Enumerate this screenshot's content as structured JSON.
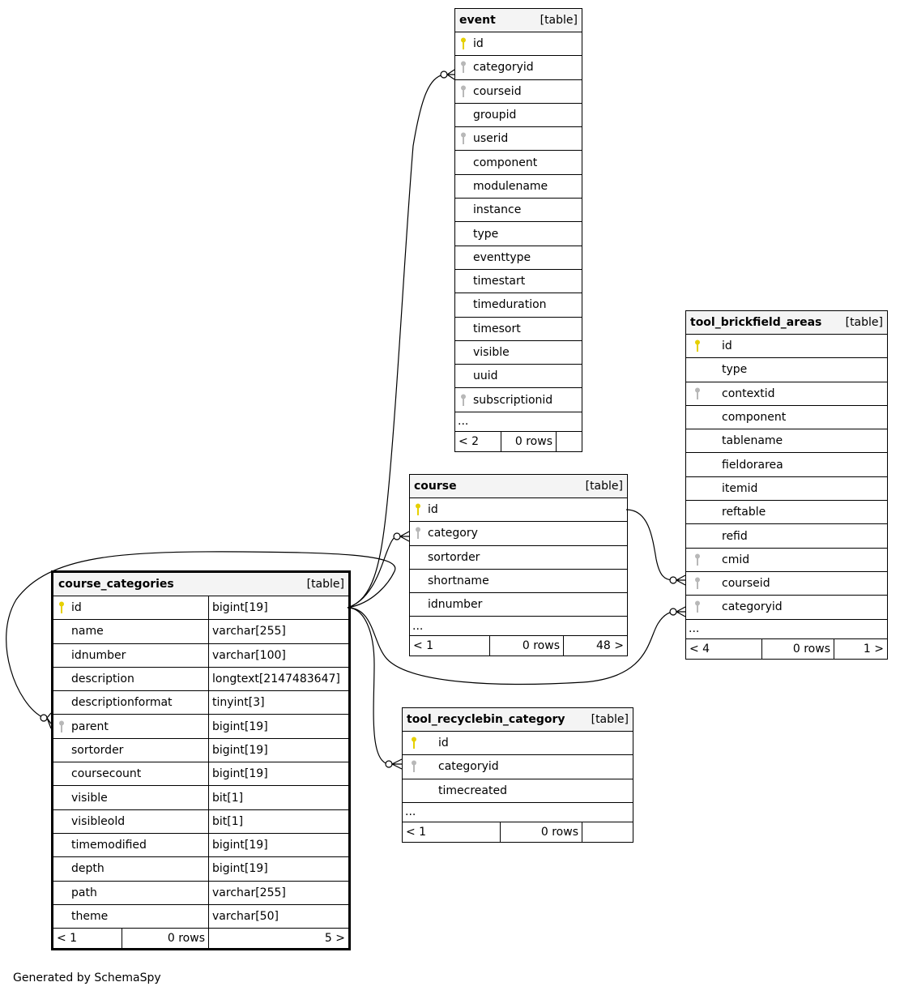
{
  "footer_text": "Generated by SchemaSpy",
  "table_tag": "[table]",
  "more_marker": "...",
  "colors": {
    "primary_key": "#e6d000",
    "foreign_key": "#b8b8b8",
    "header_bg": "#f4f4f4"
  },
  "tables": {
    "event": {
      "name": "event",
      "columns": [
        {
          "name": "id",
          "key": "pk"
        },
        {
          "name": "categoryid",
          "key": "fk"
        },
        {
          "name": "courseid",
          "key": "fk"
        },
        {
          "name": "groupid",
          "key": ""
        },
        {
          "name": "userid",
          "key": "fk"
        },
        {
          "name": "component",
          "key": ""
        },
        {
          "name": "modulename",
          "key": ""
        },
        {
          "name": "instance",
          "key": ""
        },
        {
          "name": "type",
          "key": ""
        },
        {
          "name": "eventtype",
          "key": ""
        },
        {
          "name": "timestart",
          "key": ""
        },
        {
          "name": "timeduration",
          "key": ""
        },
        {
          "name": "timesort",
          "key": ""
        },
        {
          "name": "visible",
          "key": ""
        },
        {
          "name": "uuid",
          "key": ""
        },
        {
          "name": "subscriptionid",
          "key": "fk"
        }
      ],
      "parents": "< 2",
      "rows": "0 rows",
      "children": ""
    },
    "course": {
      "name": "course",
      "columns": [
        {
          "name": "id",
          "key": "pk"
        },
        {
          "name": "category",
          "key": "fk"
        },
        {
          "name": "sortorder",
          "key": ""
        },
        {
          "name": "shortname",
          "key": ""
        },
        {
          "name": "idnumber",
          "key": ""
        }
      ],
      "parents": "< 1",
      "rows": "0 rows",
      "children": "48 >"
    },
    "tool_brickfield_areas": {
      "name": "tool_brickfield_areas",
      "columns": [
        {
          "name": "id",
          "key": "pk"
        },
        {
          "name": "type",
          "key": ""
        },
        {
          "name": "contextid",
          "key": "fk"
        },
        {
          "name": "component",
          "key": ""
        },
        {
          "name": "tablename",
          "key": ""
        },
        {
          "name": "fieldorarea",
          "key": ""
        },
        {
          "name": "itemid",
          "key": ""
        },
        {
          "name": "reftable",
          "key": ""
        },
        {
          "name": "refid",
          "key": ""
        },
        {
          "name": "cmid",
          "key": "fk"
        },
        {
          "name": "courseid",
          "key": "fk"
        },
        {
          "name": "categoryid",
          "key": "fk"
        }
      ],
      "parents": "< 4",
      "rows": "0 rows",
      "children": "1 >"
    },
    "course_categories": {
      "name": "course_categories",
      "columns": [
        {
          "name": "id",
          "key": "pk",
          "type": "bigint[19]"
        },
        {
          "name": "name",
          "key": "",
          "type": "varchar[255]"
        },
        {
          "name": "idnumber",
          "key": "",
          "type": "varchar[100]"
        },
        {
          "name": "description",
          "key": "",
          "type": "longtext[2147483647]"
        },
        {
          "name": "descriptionformat",
          "key": "",
          "type": "tinyint[3]"
        },
        {
          "name": "parent",
          "key": "fk",
          "type": "bigint[19]"
        },
        {
          "name": "sortorder",
          "key": "",
          "type": "bigint[19]"
        },
        {
          "name": "coursecount",
          "key": "",
          "type": "bigint[19]"
        },
        {
          "name": "visible",
          "key": "",
          "type": "bit[1]"
        },
        {
          "name": "visibleold",
          "key": "",
          "type": "bit[1]"
        },
        {
          "name": "timemodified",
          "key": "",
          "type": "bigint[19]"
        },
        {
          "name": "depth",
          "key": "",
          "type": "bigint[19]"
        },
        {
          "name": "path",
          "key": "",
          "type": "varchar[255]"
        },
        {
          "name": "theme",
          "key": "",
          "type": "varchar[50]"
        }
      ],
      "parents": "< 1",
      "rows": "0 rows",
      "children": "5 >"
    },
    "tool_recyclebin_category": {
      "name": "tool_recyclebin_category",
      "columns": [
        {
          "name": "id",
          "key": "pk"
        },
        {
          "name": "categoryid",
          "key": "fk"
        },
        {
          "name": "timecreated",
          "key": ""
        }
      ],
      "parents": "< 1",
      "rows": "0 rows",
      "children": ""
    }
  }
}
